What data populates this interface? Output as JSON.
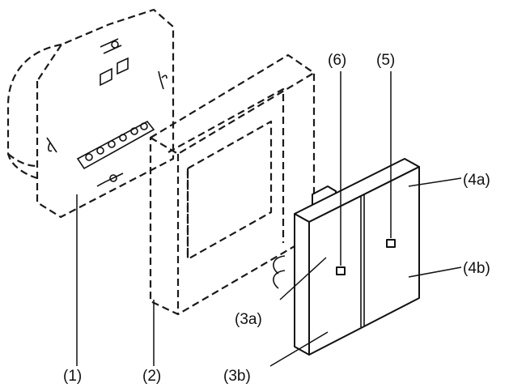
{
  "diagram": {
    "labels": {
      "l1": "(1)",
      "l2": "(2)",
      "l3a": "(3a)",
      "l3b": "(3b)",
      "l4a": "(4a)",
      "l4b": "(4b)",
      "l5": "(5)",
      "l6": "(6)"
    }
  }
}
